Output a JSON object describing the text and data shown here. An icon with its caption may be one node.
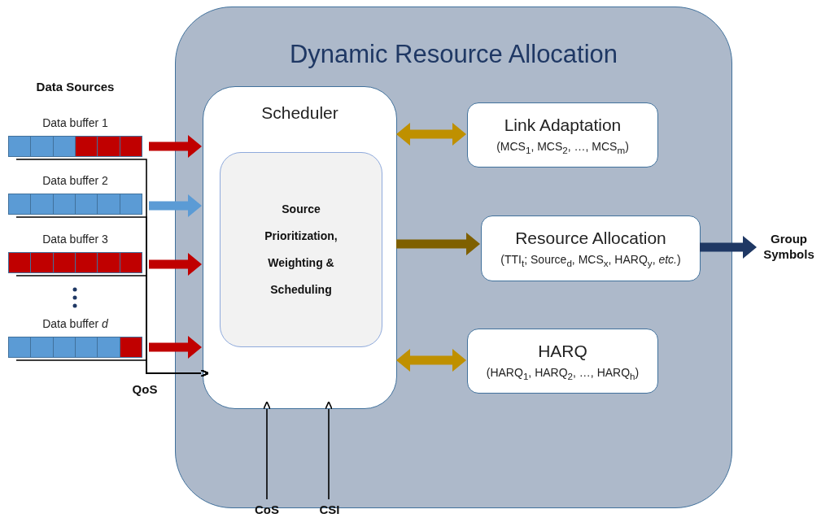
{
  "diagram": {
    "nodes": [
      {
        "text": [
          "Dynamic Resource Allocation"
        ]
      },
      {
        "text": [
          "Scheduler"
        ],
        "in": 0
      },
      {
        "text": [
          "Source Prioritization, Weighting & Scheduling"
        ],
        "in": 1
      },
      {
        "text": [
          "Link Adaptation",
          "(MCS$_{1}$, MCS$_{2}$, …, MCS$_{m}$)"
        ],
        "in": 0
      },
      {
        "text": [
          "Resource Allocation",
          "(TTI$_{t}$; Source$_{d}$, MCS$_{x}$, HARQ$_{y}$, *etc.*)"
        ],
        "in": 0
      },
      {
        "text": [
          "HARQ",
          "(HARQ$_{1}$, HARQ$_{2}$, …, HARQ$_{h}$)"
        ],
        "in": 0
      },
      {
        "text": [
          "Data buffer 1"
        ]
      },
      {
        "text": [
          "Data buffer 2"
        ]
      },
      {
        "text": [
          "Data buffer 3"
        ]
      },
      {
        "text": [
          "Data buffer *d*"
        ]
      },
      {
        "text": [
          "Group Symbols"
        ]
      },
      {
        "text": [
          "CoS"
        ]
      },
      {
        "text": [
          "CSI"
        ]
      }
    ],
    "edges": [
      {
        "from": 6,
        "to": 1,
        "arrow": "to",
        "style": "thick",
        "color": "#c00000"
      },
      {
        "from": 7,
        "to": 1,
        "arrow": "to",
        "style": "thick",
        "color": "#5b9bd5"
      },
      {
        "from": 8,
        "to": 1,
        "arrow": "to",
        "style": "thick",
        "color": "#c00000"
      },
      {
        "from": 9,
        "to": 1,
        "arrow": "to",
        "style": "thick",
        "color": "#c00000"
      },
      {
        "from": 6,
        "to": 1,
        "arrow": "to"
      },
      {
        "from": 7,
        "to": 1,
        "arrow": "to"
      },
      {
        "from": 8,
        "to": 1,
        "arrow": "to"
      },
      {
        "from": 9,
        "to": 1,
        "arrow": "to",
        "label": "QoS"
      },
      {
        "from": 11,
        "to": 1,
        "arrow": "to"
      },
      {
        "from": 12,
        "to": 1,
        "arrow": "to"
      },
      {
        "from": 1,
        "to": 3,
        "arrow": "both",
        "style": "thick",
        "color": "#bf9000"
      },
      {
        "from": 1,
        "to": 4,
        "arrow": "to",
        "style": "thick",
        "color": "#7f6000"
      },
      {
        "from": 1,
        "to": 5,
        "arrow": "both",
        "style": "thick",
        "color": "#bf9000"
      },
      {
        "from": 4,
        "to": 10,
        "arrow": "to",
        "style": "thick",
        "color": "#1f3864"
      }
    ],
    "labels": [
      "Data Sources"
    ]
  }
}
